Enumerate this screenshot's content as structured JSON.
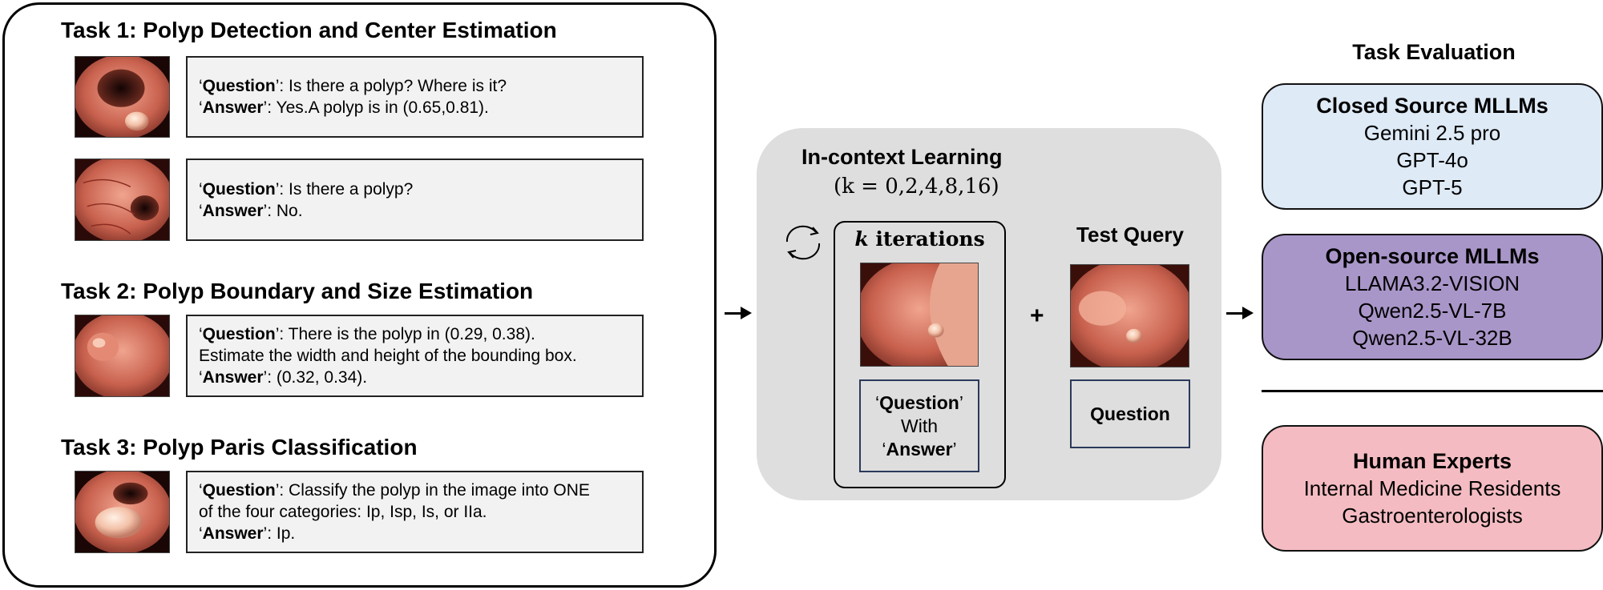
{
  "tasks": [
    {
      "title": "Task 1: Polyp Detection and Center Estimation",
      "examples": [
        {
          "question_label": "Question",
          "question_text": ": Is there a polyp? Where is it?",
          "answer_label": "Answer",
          "answer_text": ": Yes.A polyp is in (0.65,0.81).",
          "image": "colonoscopy-polyp-image"
        },
        {
          "question_label": "Question",
          "question_text": ": Is there a polyp?",
          "answer_label": "Answer",
          "answer_text": ": No.",
          "image": "colonoscopy-normal-image"
        }
      ]
    },
    {
      "title": "Task 2: Polyp Boundary and Size Estimation",
      "examples": [
        {
          "question_label": "Question",
          "question_text": ": There is the polyp in (0.29, 0.38).",
          "question_text_2": "Estimate the width and height of the bounding box.",
          "answer_label": "Answer",
          "answer_text": ": (0.32, 0.34).",
          "image": "colonoscopy-polyp-image"
        }
      ]
    },
    {
      "title": "Task 3: Polyp Paris Classification",
      "examples": [
        {
          "question_label": "Question",
          "question_text": ": Classify the polyp in the image into ONE",
          "question_text_2": "of the four categories: Ip, Isp, Is, or IIa.",
          "answer_label": "Answer",
          "answer_text": ": Ip.",
          "image": "colonoscopy-polyp-image"
        }
      ]
    }
  ],
  "icl": {
    "title": "In-context Learning",
    "k_formula": "(k = 0,2,4,8,16)",
    "iterations_k": "k",
    "iterations_label": " iterations",
    "test_query_title": "Test Query",
    "plus": "+",
    "example_question": "Question",
    "example_with": "With",
    "example_answer": "Answer",
    "test_question": "Question",
    "cycle_icon": "refresh-cycle-icon"
  },
  "evaluation": {
    "title": "Task Evaluation",
    "closed": {
      "header": "Closed Source MLLMs",
      "models": [
        "Gemini 2.5 pro",
        "GPT-4o",
        "GPT-5"
      ],
      "color": "#deeaf6"
    },
    "open": {
      "header": "Open-source MLLMs",
      "models": [
        "LLAMA3.2-VISION",
        "Qwen2.5-VL-7B",
        "Qwen2.5-VL-32B"
      ],
      "color": "#a996c9"
    },
    "human": {
      "header": "Human Experts",
      "groups": [
        "Internal Medicine Residents",
        "Gastroenterologists"
      ],
      "color": "#f4bcc2"
    }
  }
}
